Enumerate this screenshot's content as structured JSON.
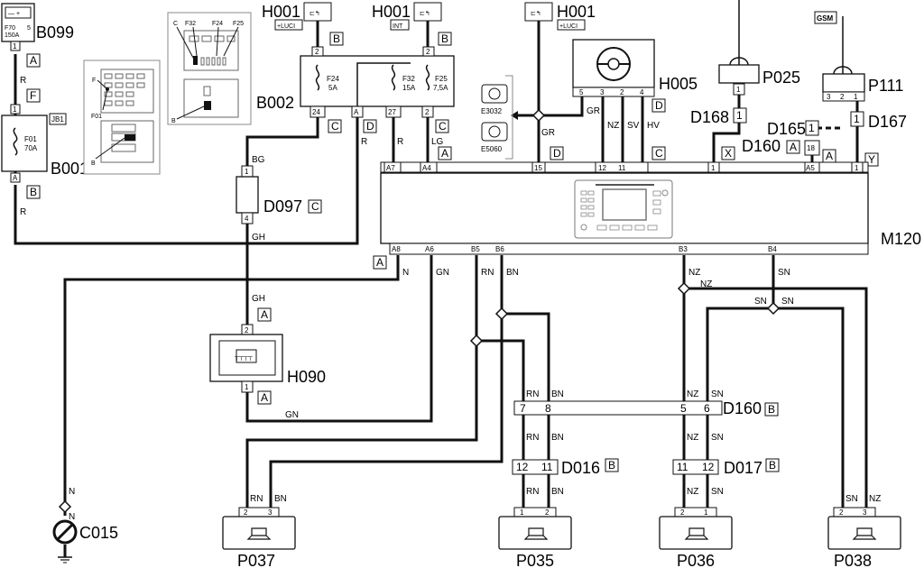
{
  "components": {
    "B099": "B099",
    "F70": "F70",
    "F70_rating": "150A",
    "B001": "B001",
    "F01": "F01",
    "F01_rating": "70A",
    "JB1": "JB1",
    "B002": "B002",
    "F24": "F24",
    "F24_rating": "5A",
    "F32": "F32",
    "F32_rating": "15A",
    "F25": "F25",
    "F25_rating": "7,5A",
    "H001": "H001",
    "LUCI": "+LUCI",
    "INT": "INT",
    "H005": "H005",
    "E3032": "E3032",
    "E5060": "E5060",
    "P025": "P025",
    "P111": "P111",
    "GSM": "GSM",
    "M120": "M120",
    "D097": "D097",
    "H090": "H090",
    "D160": "D160",
    "D016": "D016",
    "D017": "D017",
    "D165": "D165",
    "D167": "D167",
    "D168": "D168",
    "C015": "C015",
    "P037": "P037",
    "P035": "P035",
    "P036": "P036",
    "P038": "P038",
    "inset_F": "F",
    "inset_F01": "F01",
    "inset_B1": "B",
    "inset_C": "C",
    "inset_F32": "F32",
    "inset_F24": "F24",
    "inset_F25": "F25",
    "inset_B2": "B"
  },
  "pins": {
    "p1": "1",
    "p2": "2",
    "p3": "3",
    "p4": "4",
    "p5": "5",
    "p6": "6",
    "p7": "7",
    "p8": "8",
    "p11": "11",
    "p12": "12",
    "p15": "15",
    "p18": "18",
    "p24": "24",
    "p27": "27",
    "A": "A",
    "A4": "A4",
    "A5": "A5",
    "A6": "A6",
    "A7": "A7",
    "A8": "A8",
    "B3": "B3",
    "B4": "B4",
    "B5": "B5",
    "B6": "B6"
  },
  "connectors": {
    "A": "A",
    "B": "B",
    "C": "C",
    "D": "D",
    "F": "F",
    "X": "X",
    "Y": "Y"
  },
  "wires": {
    "R": "R",
    "BG": "BG",
    "GH": "GH",
    "N": "N",
    "GN": "GN",
    "LG": "LG",
    "GR": "GR",
    "NZ": "NZ",
    "SV": "SV",
    "HV": "HV",
    "RN": "RN",
    "BN": "BN",
    "SN": "SN"
  }
}
